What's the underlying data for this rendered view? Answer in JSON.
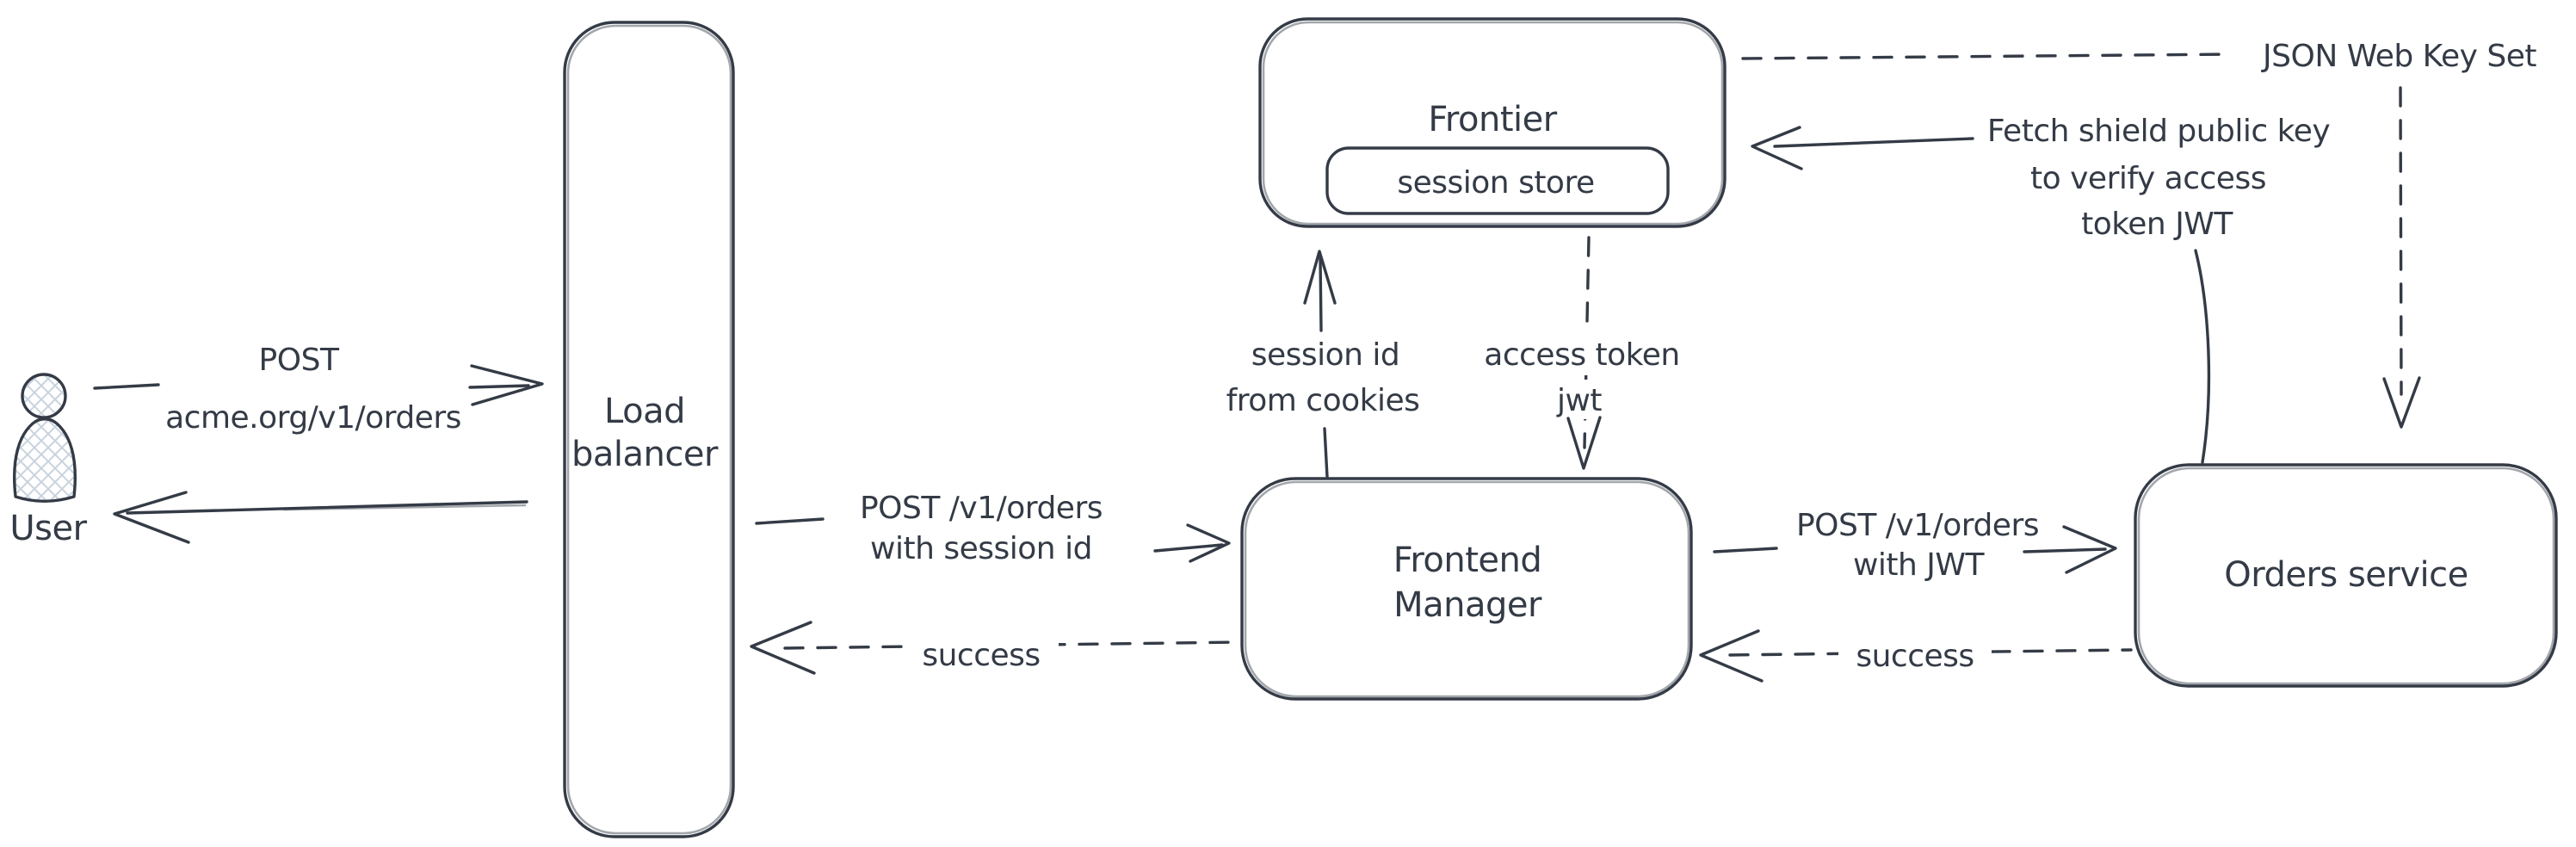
{
  "diagram": {
    "title": "auth flow diagram",
    "colors": {
      "ink": "#343b46",
      "hatch": "#c9d3de",
      "background": "#ffffff"
    },
    "nodes": {
      "user": {
        "label": "User",
        "icon": "person"
      },
      "load_balancer": {
        "line1": "Load",
        "line2": "balancer"
      },
      "frontier": {
        "label": "Frontier"
      },
      "session_store": {
        "label": "session store"
      },
      "frontend_manager": {
        "line1": "Frontend",
        "line2": "Manager"
      },
      "orders_service": {
        "label": "Orders service"
      }
    },
    "edges": {
      "user_to_load_balancer": {
        "style": "solid",
        "line1": "POST",
        "line2": "acme.org/v1/orders"
      },
      "load_balancer_to_user": {
        "style": "solid"
      },
      "load_balancer_to_frontend_manager": {
        "style": "solid",
        "line1": "POST /v1/orders",
        "line2": "with session id"
      },
      "frontend_manager_to_load_balancer": {
        "style": "dashed",
        "label": "success"
      },
      "frontend_manager_to_frontier": {
        "style": "solid",
        "line1": "session id",
        "line2": "from cookies"
      },
      "frontier_to_frontend_manager": {
        "style": "dashed",
        "line1": "access token",
        "line2": "jwt"
      },
      "frontend_manager_to_orders_service": {
        "style": "solid",
        "line1": "POST /v1/orders",
        "line2": "with JWT"
      },
      "orders_service_to_frontend_manager": {
        "style": "dashed",
        "label": "success"
      },
      "orders_service_to_frontier": {
        "style": "solid",
        "line1": "Fetch shield public key",
        "line2": "to verify access",
        "line3": "token JWT"
      },
      "frontier_to_json_web_key_set": {
        "style": "dashed",
        "label": "JSON Web Key Set"
      }
    }
  }
}
